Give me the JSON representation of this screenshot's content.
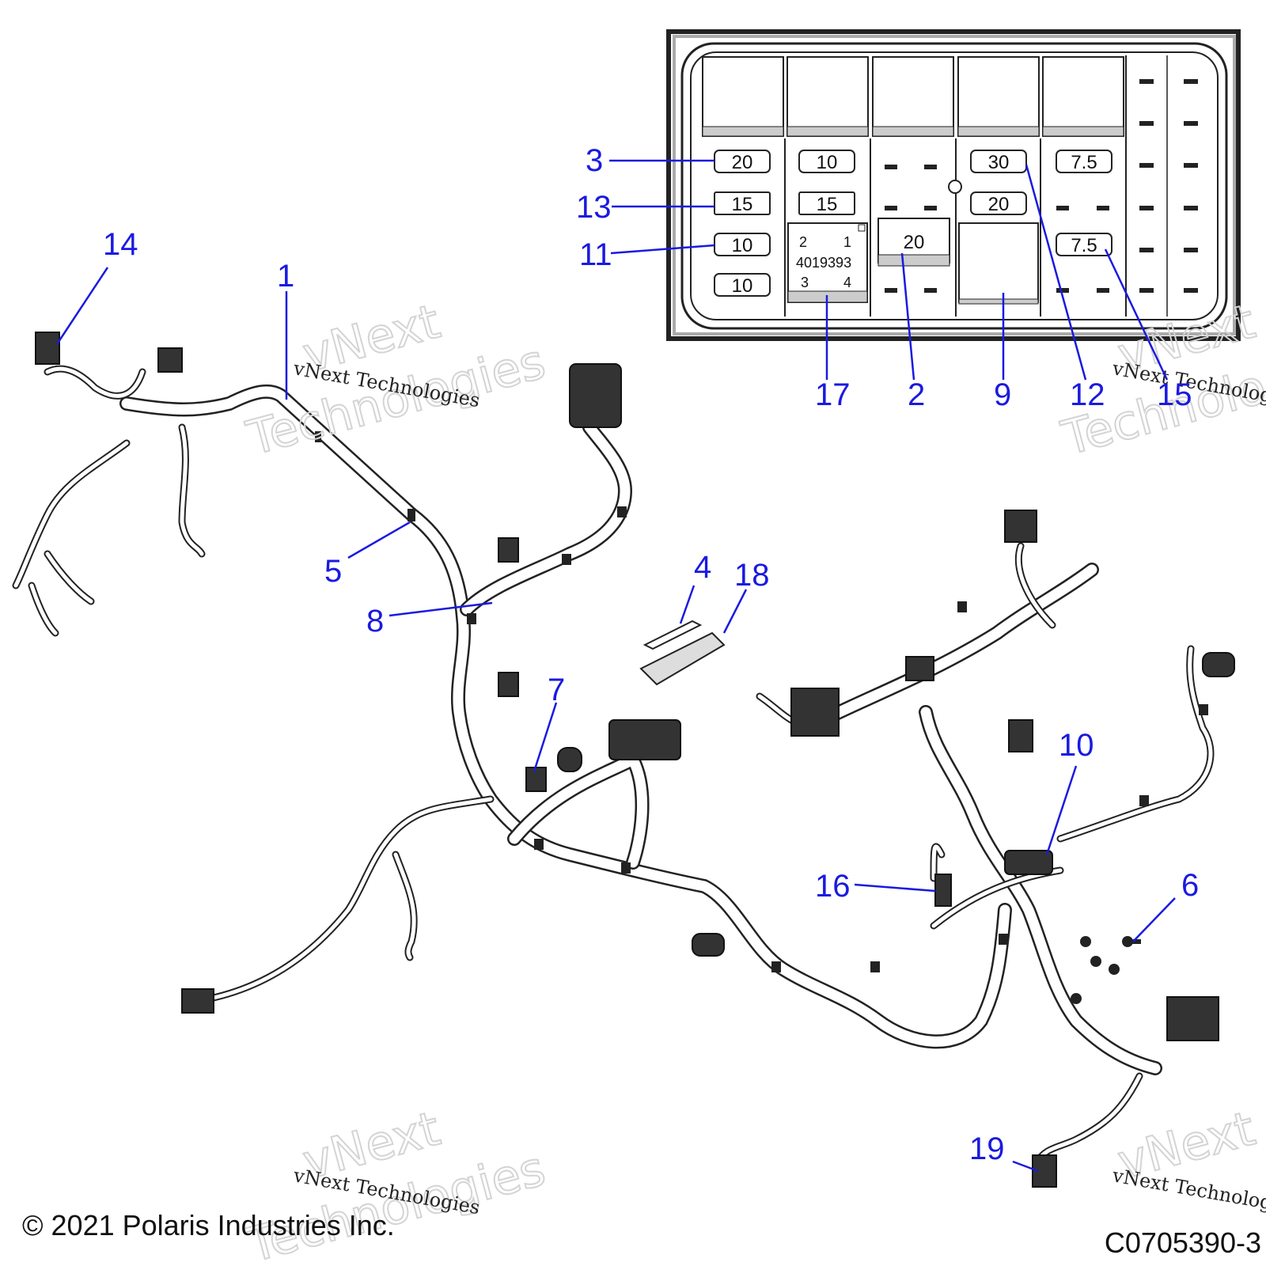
{
  "callouts": [
    {
      "id": "c1",
      "label": "1"
    },
    {
      "id": "c2",
      "label": "2"
    },
    {
      "id": "c3",
      "label": "3"
    },
    {
      "id": "c4",
      "label": "4"
    },
    {
      "id": "c5",
      "label": "5"
    },
    {
      "id": "c6",
      "label": "6"
    },
    {
      "id": "c7",
      "label": "7"
    },
    {
      "id": "c8",
      "label": "8"
    },
    {
      "id": "c9",
      "label": "9"
    },
    {
      "id": "c10",
      "label": "10"
    },
    {
      "id": "c11",
      "label": "11"
    },
    {
      "id": "c12",
      "label": "12"
    },
    {
      "id": "c13",
      "label": "13"
    },
    {
      "id": "c14",
      "label": "14"
    },
    {
      "id": "c15",
      "label": "15"
    },
    {
      "id": "c16",
      "label": "16"
    },
    {
      "id": "c17",
      "label": "17"
    },
    {
      "id": "c18",
      "label": "18"
    },
    {
      "id": "c19",
      "label": "19"
    }
  ],
  "fuse_box": {
    "fuses": {
      "r1c1": "20",
      "r1c2": "10",
      "r1c4": "30",
      "r1c5": "7.5",
      "r2c1": "15",
      "r2c2": "15",
      "r2c4": "20",
      "r3c1": "10",
      "r3c5": "7.5",
      "r4c1": "10"
    },
    "relay_17": {
      "p2": "2",
      "p1": "1",
      "part": "4019393",
      "p3": "3",
      "p4": "4"
    },
    "relay_2": "20"
  },
  "watermark": {
    "big1": "vNext",
    "big2": "Technologies",
    "small": "vNext Technologies"
  },
  "footer": {
    "copyright": "© 2021 Polaris Industries Inc.",
    "code": "C0705390-3"
  }
}
